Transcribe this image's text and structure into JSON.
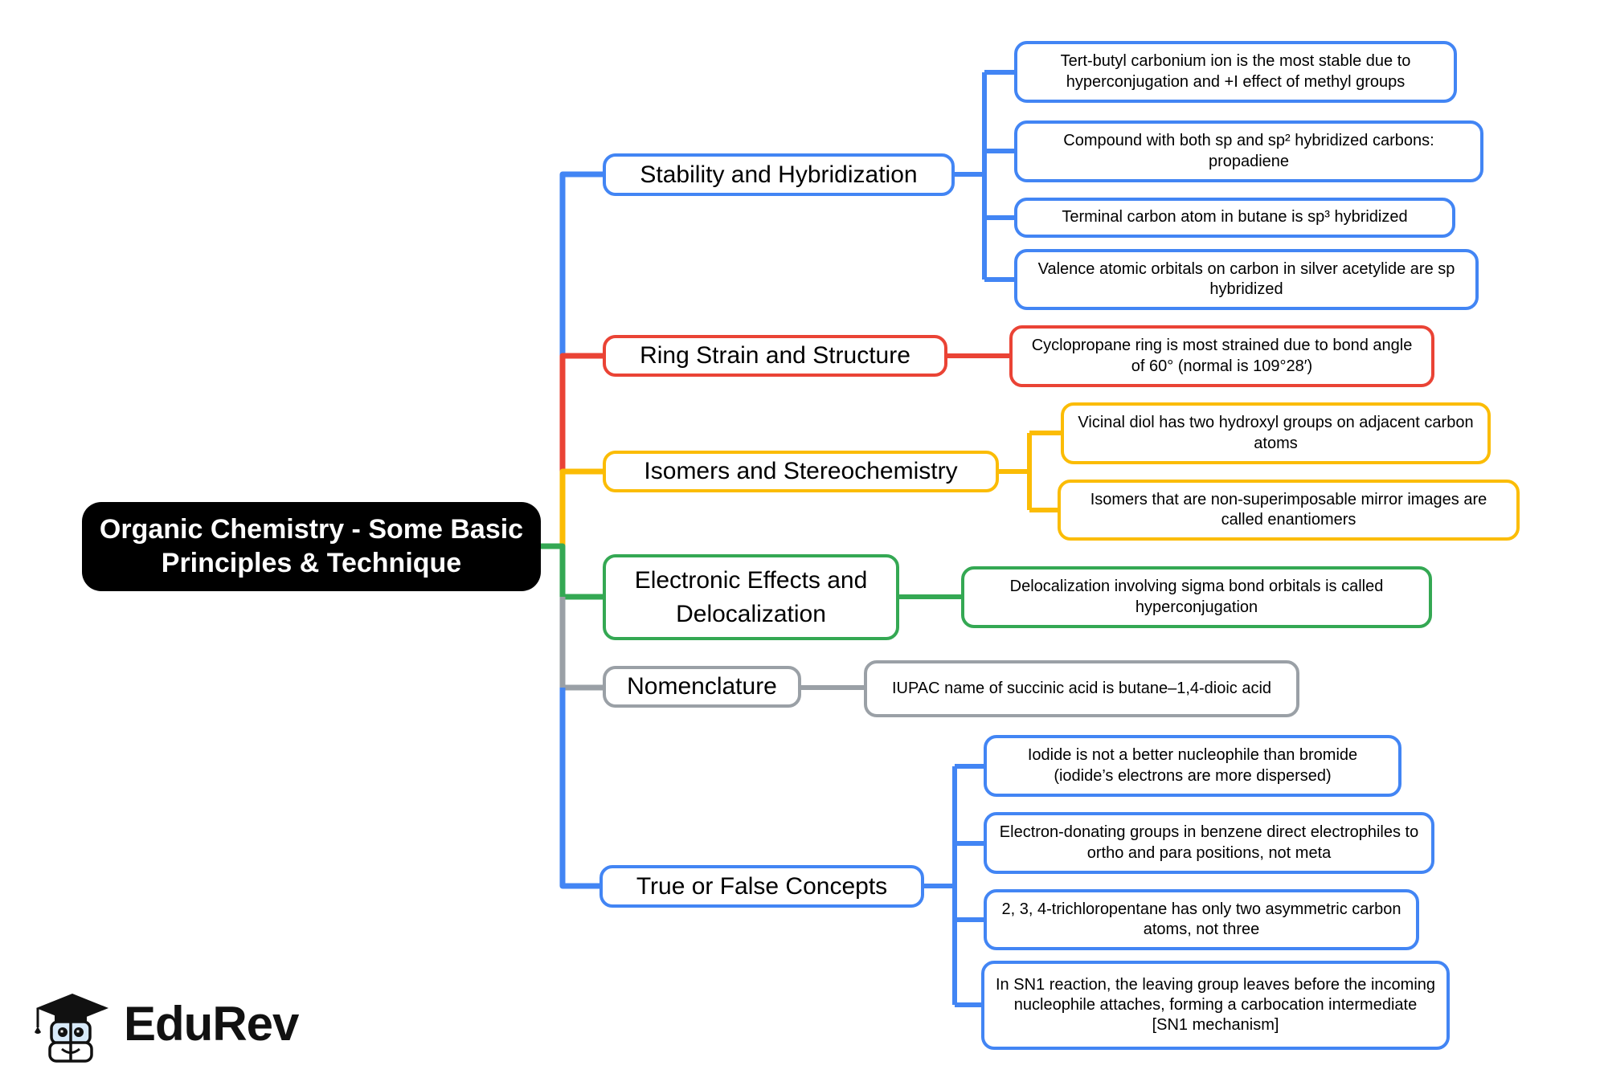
{
  "title": "Organic Chemistry - Some Basic Principles & Technique",
  "brand": "EduRev",
  "colors": {
    "root_bg": "#000000",
    "root_text": "#ffffff",
    "blue": "#4285F4",
    "red": "#EA4335",
    "yellow": "#FBBC05",
    "green": "#34A853",
    "gray": "#9AA0A6",
    "node_bg": "#ffffff",
    "node_text": "#000000"
  },
  "branches": [
    {
      "label": "Stability and Hybridization",
      "color": "#4285F4",
      "leaves": [
        "Tert-butyl carbonium ion is the most stable due to hyperconjugation and +I effect of methyl groups",
        "Compound with both sp and sp² hybridized carbons: propadiene",
        "Terminal carbon atom in butane is sp³ hybridized",
        "Valence atomic orbitals on carbon in silver acetylide are sp hybridized"
      ]
    },
    {
      "label": "Ring Strain and Structure",
      "color": "#EA4335",
      "leaves": [
        "Cyclopropane ring is most strained due to bond angle of 60° (normal is 109°28′)"
      ]
    },
    {
      "label": "Isomers and Stereochemistry",
      "color": "#FBBC05",
      "leaves": [
        "Vicinal diol has two hydroxyl groups on adjacent carbon atoms",
        "Isomers that are non-superimposable mirror images are called enantiomers"
      ]
    },
    {
      "label": "Electronic Effects and Delocalization",
      "color": "#34A853",
      "leaves": [
        "Delocalization involving sigma bond orbitals is called hyperconjugation"
      ]
    },
    {
      "label": "Nomenclature",
      "color": "#9AA0A6",
      "leaves": [
        "IUPAC name of succinic acid is butane–1,4-dioic acid"
      ]
    },
    {
      "label": "True or False Concepts",
      "color": "#4285F4",
      "leaves": [
        "Iodide is not a better nucleophile than bromide (iodide’s electrons are more dispersed)",
        "Electron-donating groups in benzene direct electrophiles to ortho and para positions, not meta",
        "2, 3, 4-trichloropentane has only two asymmetric carbon atoms, not three",
        "In SN1 reaction, the leaving group leaves before the incoming nucleophile attaches, forming a carbocation intermediate [SN1 mechanism]"
      ]
    }
  ]
}
